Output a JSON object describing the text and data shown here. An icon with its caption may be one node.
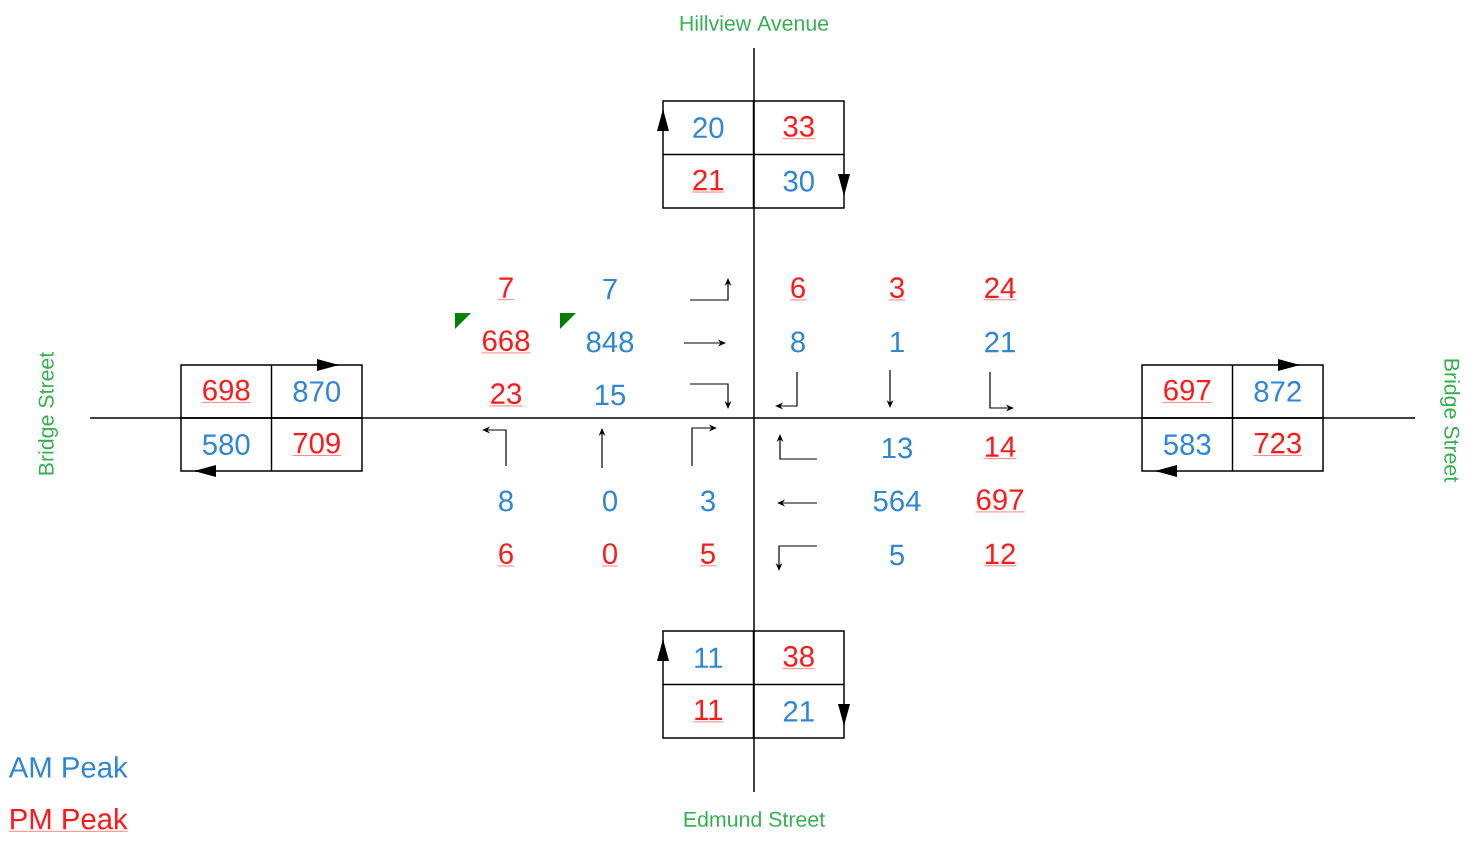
{
  "diagram": {
    "nodes": [
      {
        "text": [
          "20",
          "33",
          "21",
          "30"
        ]
      },
      {
        "text": [
          "698",
          "870",
          "580",
          "709"
        ]
      },
      {
        "text": [
          "697",
          "872",
          "583",
          "723"
        ]
      },
      {
        "text": [
          "11",
          "38",
          "11",
          "21"
        ]
      }
    ],
    "labels": [
      "Hillview Avenue",
      "7",
      "7",
      "6",
      "3",
      "24",
      "668",
      "848",
      "8",
      "1",
      "21",
      "Bridge Street",
      "Bridge Street",
      "23",
      "15",
      "13",
      "14",
      "8",
      "0",
      "3",
      "564",
      "697",
      "6",
      "0",
      "5",
      "5",
      "12",
      "Edmund Street"
    ],
    "legend": [
      {
        "text": "AM Peak",
        "color": "#2e86d6"
      },
      {
        "text": "PM Peak",
        "color": "#ff1a1a"
      }
    ]
  }
}
